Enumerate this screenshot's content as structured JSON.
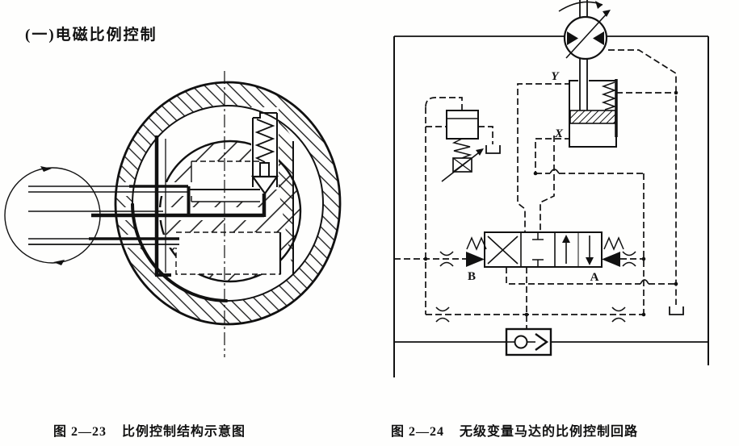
{
  "page": {
    "heading": "(一)电磁比例控制"
  },
  "figure_left": {
    "caption_number": "图 2—23",
    "caption_title": "比例控制结构示意图",
    "description": "proportional-control-structure-cross-section"
  },
  "figure_right": {
    "caption_number": "图 2—24",
    "caption_title": "无级变量马达的比例控制回路",
    "description": "variable-motor-proportional-control-circuit",
    "labels": {
      "port_y": "Y",
      "port_x": "X",
      "port_b": "B",
      "port_a": "A"
    },
    "colors": {
      "ink": "#111111",
      "paper": "#fefefd"
    }
  }
}
